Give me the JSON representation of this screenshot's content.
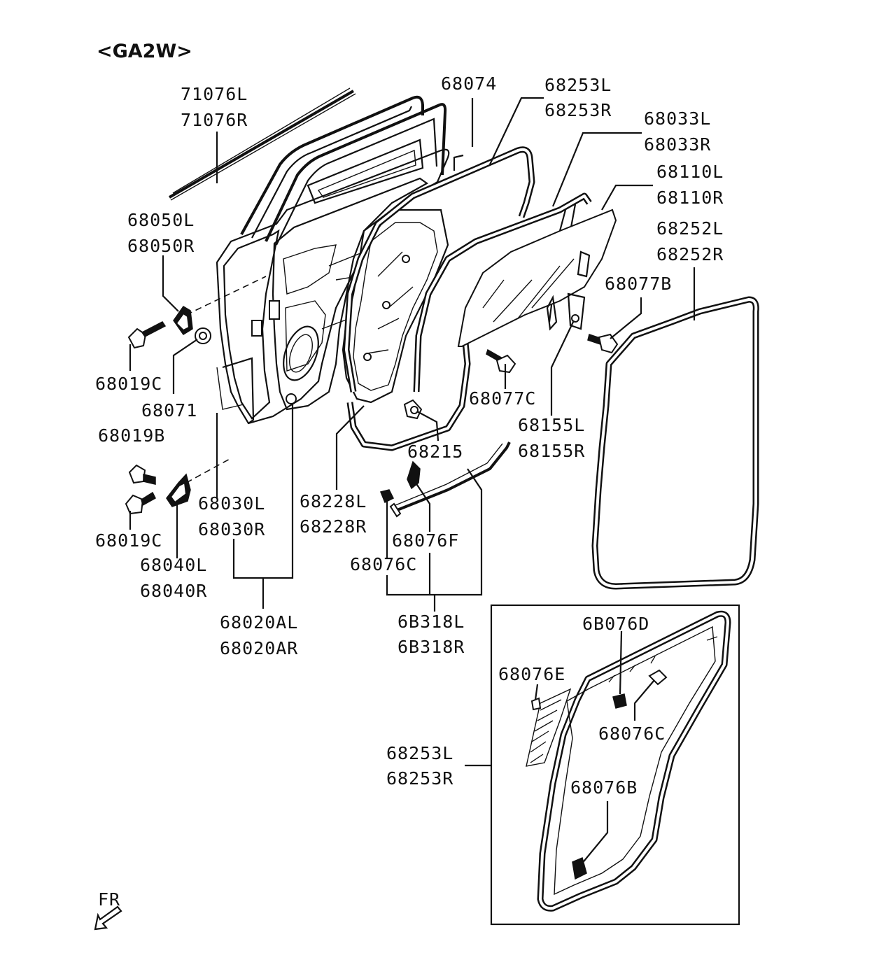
{
  "diagram": {
    "model_code": "<GA2W>",
    "front_indicator": "FR",
    "labels": {
      "p71076L": "71076L",
      "p71076R": "71076R",
      "p68074": "68074",
      "p68253L_top": "68253L",
      "p68253R_top": "68253R",
      "p68033L": "68033L",
      "p68033R": "68033R",
      "p68110L": "68110L",
      "p68110R": "68110R",
      "p68252L": "68252L",
      "p68252R": "68252R",
      "p68050L": "68050L",
      "p68050R": "68050R",
      "p68077B": "68077B",
      "p68019C_top": "68019C",
      "p68071": "68071",
      "p68077C": "68077C",
      "p68019B": "68019B",
      "p68155L": "68155L",
      "p68155R": "68155R",
      "p68215": "68215",
      "p68030L": "68030L",
      "p68030R": "68030R",
      "p68228L": "68228L",
      "p68228R": "68228R",
      "p68019C_bottom": "68019C",
      "p68076F": "68076F",
      "p68040L": "68040L",
      "p68040R": "68040R",
      "p68076C_main": "68076C",
      "p68020AL": "68020AL",
      "p68020AR": "68020AR",
      "p6B318L": "6B318L",
      "p6B318R": "6B318R",
      "p6B076D": "6B076D",
      "p68076E": "68076E",
      "p68076C_inset": "68076C",
      "p68253L_inset": "68253L",
      "p68253R_inset": "68253R",
      "p68076B": "68076B"
    }
  }
}
